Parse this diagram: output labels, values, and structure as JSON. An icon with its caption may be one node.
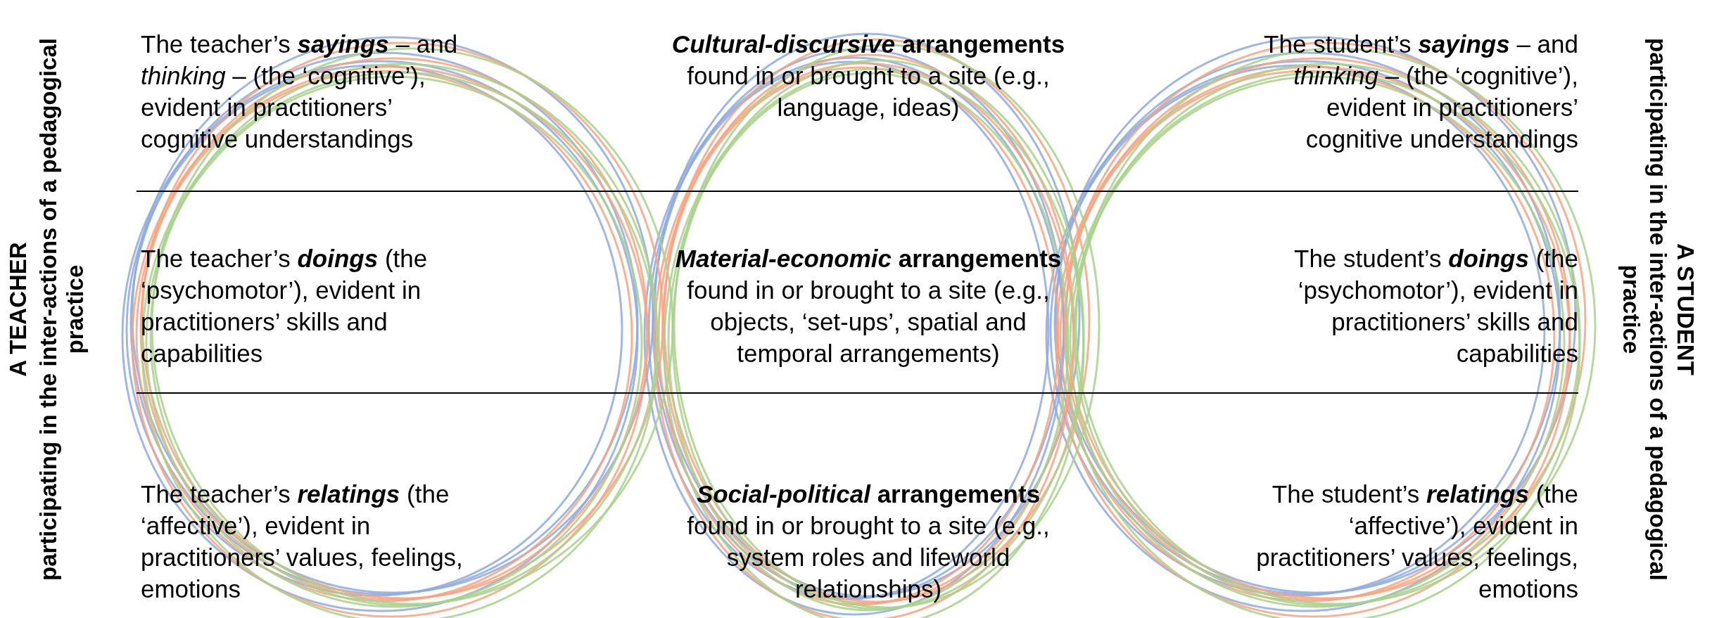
{
  "diagram": {
    "labels": [
      "A TEACHER",
      "participating in the inter-actions of a pedagogical practice",
      "The teacher’s **sayings** – and *thinking* – (the ‘cognitive’), evident in practitioners’ cognitive understandings",
      "**Cultural-discursive** **arrangements** found in or brought to a site (e.g., language, ideas)",
      "The student’s **sayings** – and *thinking* – (the ‘cognitive’), evident in practitioners’ cognitive understandings",
      "The teacher’s **doings** (the ‘psychomotor’), evident in practitioners’ skills and capabilities",
      "**Material-economic** **arrangements** found in or brought to a site (e.g., objects, ‘set-ups’, spatial and temporal arrangements)",
      "The student’s **doings** (the ‘psychomotor’), evident in practitioners’ skills and capabilities",
      "The teacher’s **relatings** (the ‘affective’), evident in practitioners’ values, feelings, emotions",
      "**Social-political** **arrangements** found in or brought to a site (e.g., system roles and lifeworld relationships)",
      "The student’s **relatings** (the ‘affective’), evident in practitioners’ values, feelings, emotions",
      "A STUDENT",
      "participating in the inter-actions of a pedagogical practice"
    ]
  }
}
